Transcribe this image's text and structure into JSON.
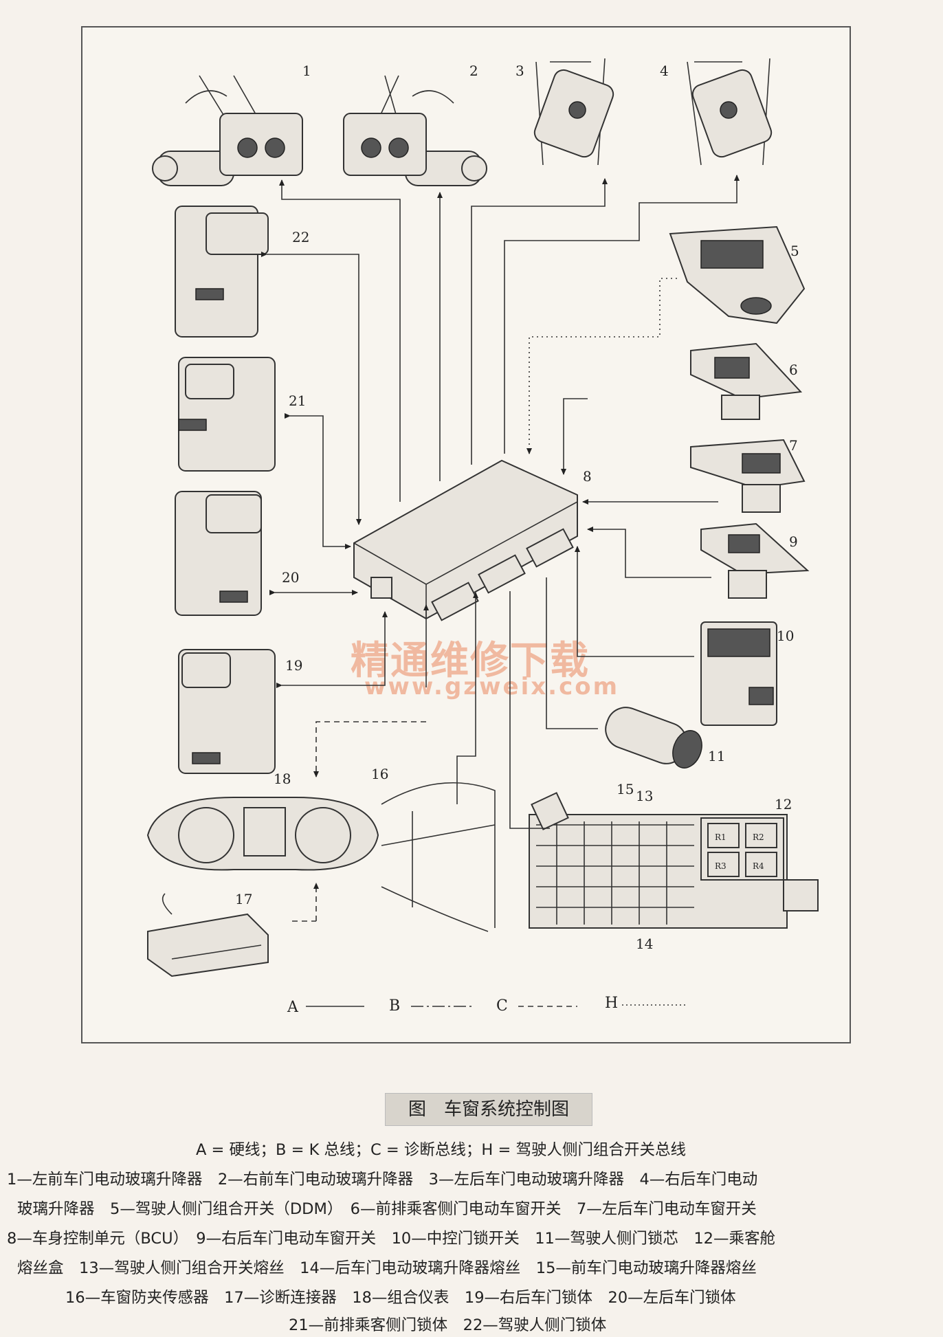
{
  "diagram": {
    "callouts": [
      "1",
      "2",
      "3",
      "4",
      "5",
      "6",
      "7",
      "8",
      "9",
      "10",
      "11",
      "12",
      "13",
      "14",
      "15",
      "16",
      "17",
      "18",
      "19",
      "20",
      "21",
      "22"
    ],
    "relay_labels": [
      "R1",
      "R2",
      "R3",
      "R4"
    ],
    "legend": {
      "a": "A",
      "b": "B",
      "c": "C",
      "h": "H"
    },
    "watermark": {
      "cn": "精通维修下载",
      "url": "www.gzweix.com"
    }
  },
  "caption": {
    "title": "图　车窗系统控制图",
    "legend_line": "A = 硬线；B = K 总线；C = 诊断总线；H = 驾驶人侧门组合开关总线",
    "lines": [
      "1—左前车门电动玻璃升降器　2—右前车门电动玻璃升降器　3—左后车门电动玻璃升降器　4—右后车门电动",
      "玻璃升降器　5—驾驶人侧门组合开关（DDM）　6—前排乘客侧门电动车窗开关　7—左后车门电动车窗开关",
      "8—车身控制单元（BCU）　9—右后车门电动车窗开关　10—中控门锁开关　11—驾驶人侧门锁芯　12—乘客舱",
      "熔丝盒　13—驾驶人侧门组合开关熔丝　14—后车门电动玻璃升降器熔丝　15—前车门电动玻璃升降器熔丝",
      "16—车窗防夹传感器　17—诊断连接器　18—组合仪表　19—右后车门锁体　20—左后车门锁体",
      "21—前排乘客侧门锁体　22—驾驶人侧门锁体"
    ]
  }
}
